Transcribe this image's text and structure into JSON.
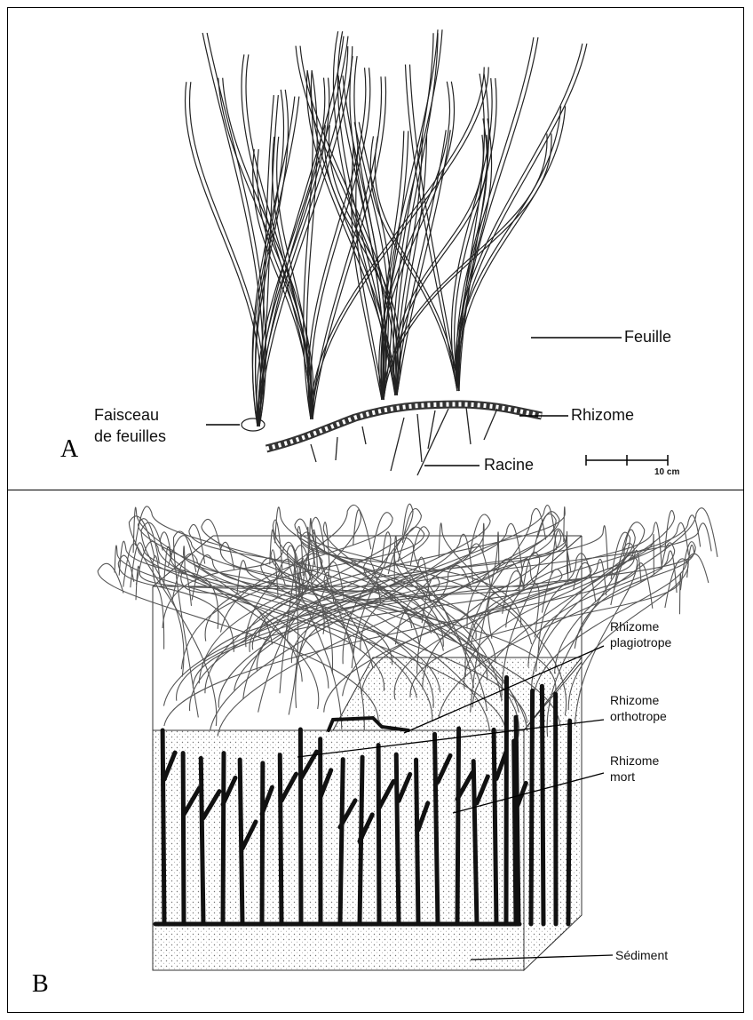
{
  "panel_a": {
    "letter": "A",
    "labels": {
      "feuille": "Feuille",
      "rhizome": "Rhizome",
      "racine": "Racine",
      "faisceau_line1": "Faisceau",
      "faisceau_line2": "de feuilles",
      "scale": "10 cm"
    }
  },
  "panel_b": {
    "letter": "B",
    "labels": {
      "plagiotrope_line1": "Rhizome",
      "plagiotrope_line2": "plagiotrope",
      "orthotrope_line1": "Rhizome",
      "orthotrope_line2": "orthotrope",
      "mort_line1": "Rhizome",
      "mort_line2": "mort",
      "sediment": "Sédiment"
    }
  }
}
